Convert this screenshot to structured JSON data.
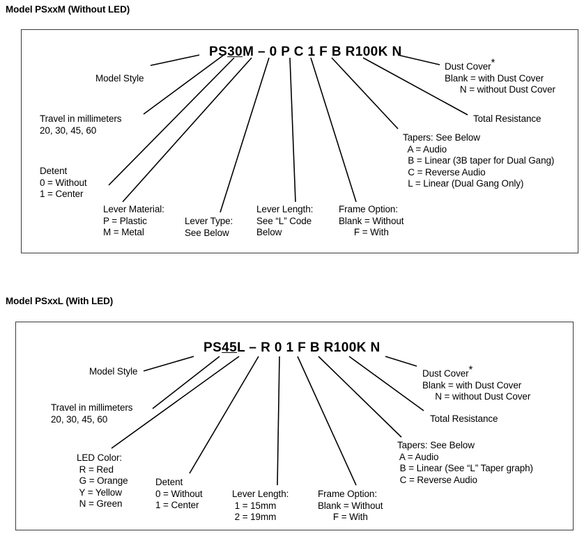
{
  "diagrams": [
    {
      "title": "Model PSxxM (Without LED)",
      "part_number": {
        "prefix": "PS",
        "travel": "30",
        "suffix": "M",
        "full": "PS30M – 0 P C 1 F B R100K N"
      },
      "callouts": {
        "model_style": "Model Style",
        "travel": "Travel in millimeters\n20, 30, 45, 60",
        "detent": "Detent\n0 = Without\n1 = Center",
        "lever_material": "Lever Material:\nP = Plastic\nM = Metal",
        "lever_type": "Lever Type:\nSee Below",
        "lever_length": "Lever Length:\nSee “L” Code\nBelow",
        "frame_option": "Frame Option:\nBlank = Without\n      F = With",
        "tapers": "Tapers: See Below\n  A = Audio\n  B = Linear (3B taper for Dual Gang)\n  C = Reverse Audio\n  L = Linear (Dual Gang Only)",
        "dust_cover_title": "Dust Cover",
        "dust_cover_star": "*",
        "dust_cover_body": "Blank = with Dust Cover\n      N = without Dust Cover",
        "total_resistance": "Total Resistance"
      }
    },
    {
      "title": "Model PSxxL (With LED)",
      "part_number": {
        "prefix": "PS",
        "travel": "45",
        "suffix": "L",
        "full": "PS45L – R 0 1 F B R100K N"
      },
      "callouts": {
        "model_style": "Model Style",
        "travel": "Travel in millimeters\n20, 30, 45, 60",
        "led_color": "LED Color:\n R = Red\n G = Orange\n Y = Yellow\n N = Green",
        "detent": "Detent\n0 = Without\n1 = Center",
        "lever_length": "Lever Length:\n 1 = 15mm\n 2 = 19mm",
        "frame_option": "Frame Option:\nBlank = Without\n      F = With",
        "tapers": "Tapers: See Below\n A = Audio\n B = Linear (See “L” Taper graph)\n C = Reverse Audio",
        "dust_cover_title": "Dust Cover",
        "dust_cover_star": "*",
        "dust_cover_body": "Blank = with Dust Cover\n     N = without Dust Cover",
        "total_resistance": "Total Resistance"
      }
    }
  ],
  "style": {
    "border_color": "#3a3a3a",
    "text_color": "#000000",
    "background": "#ffffff"
  }
}
